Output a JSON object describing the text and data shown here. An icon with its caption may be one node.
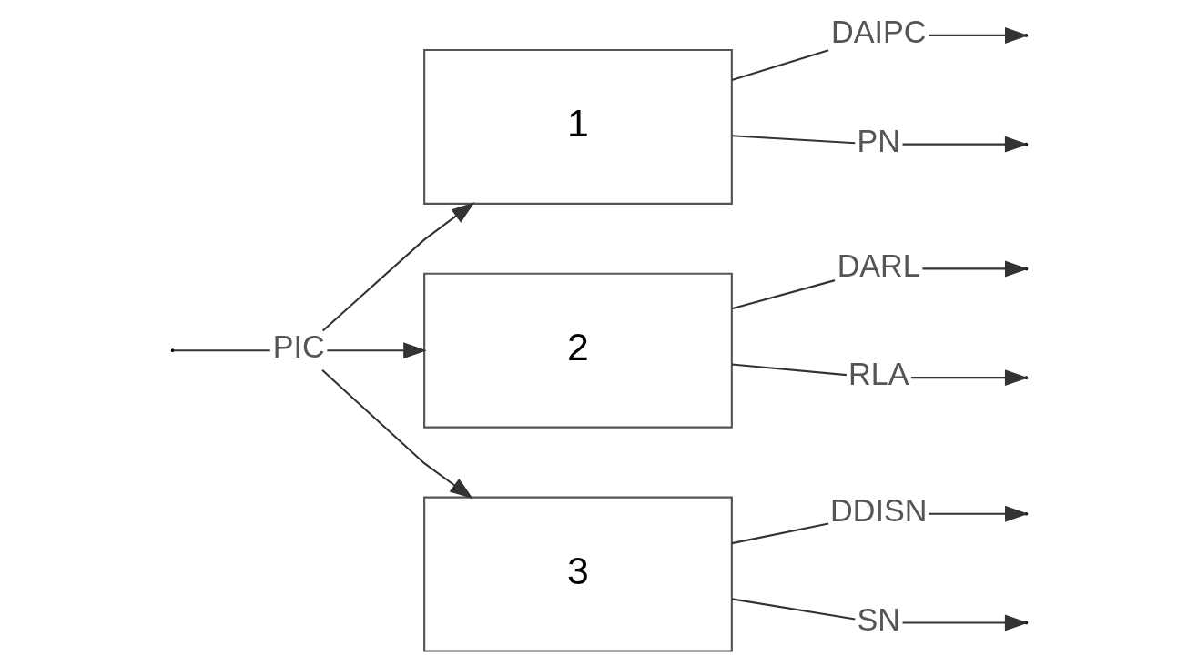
{
  "diagram": {
    "nodes": [
      {
        "text": [
          "PIC"
        ]
      },
      {
        "text": [
          "1"
        ]
      },
      {
        "text": [
          "DAIPC"
        ]
      },
      {
        "text": [
          "PN"
        ]
      },
      {
        "text": [
          "2"
        ]
      },
      {
        "text": [
          "DARL"
        ]
      },
      {
        "text": [
          "RLA"
        ]
      },
      {
        "text": [
          "3"
        ]
      },
      {
        "text": [
          "DDISN"
        ]
      },
      {
        "text": [
          "SN"
        ]
      }
    ],
    "edges": [
      {
        "from": null,
        "to": 0,
        "arrow": "none"
      },
      {
        "from": 0,
        "to": 1,
        "arrow": "to"
      },
      {
        "from": 0,
        "to": 4,
        "arrow": "to"
      },
      {
        "from": 0,
        "to": 7,
        "arrow": "to"
      },
      {
        "from": 1,
        "to": 2,
        "arrow": "none"
      },
      {
        "from": 2,
        "to": null,
        "arrow": "to"
      },
      {
        "from": 1,
        "to": 3,
        "arrow": "none"
      },
      {
        "from": 3,
        "to": null,
        "arrow": "to"
      },
      {
        "from": 4,
        "to": 5,
        "arrow": "none"
      },
      {
        "from": 5,
        "to": null,
        "arrow": "to"
      },
      {
        "from": 4,
        "to": 6,
        "arrow": "none"
      },
      {
        "from": 6,
        "to": null,
        "arrow": "to"
      },
      {
        "from": 7,
        "to": 8,
        "arrow": "none"
      },
      {
        "from": 8,
        "to": null,
        "arrow": "to"
      },
      {
        "from": 7,
        "to": 9,
        "arrow": "none"
      },
      {
        "from": 9,
        "to": null,
        "arrow": "to"
      }
    ]
  }
}
